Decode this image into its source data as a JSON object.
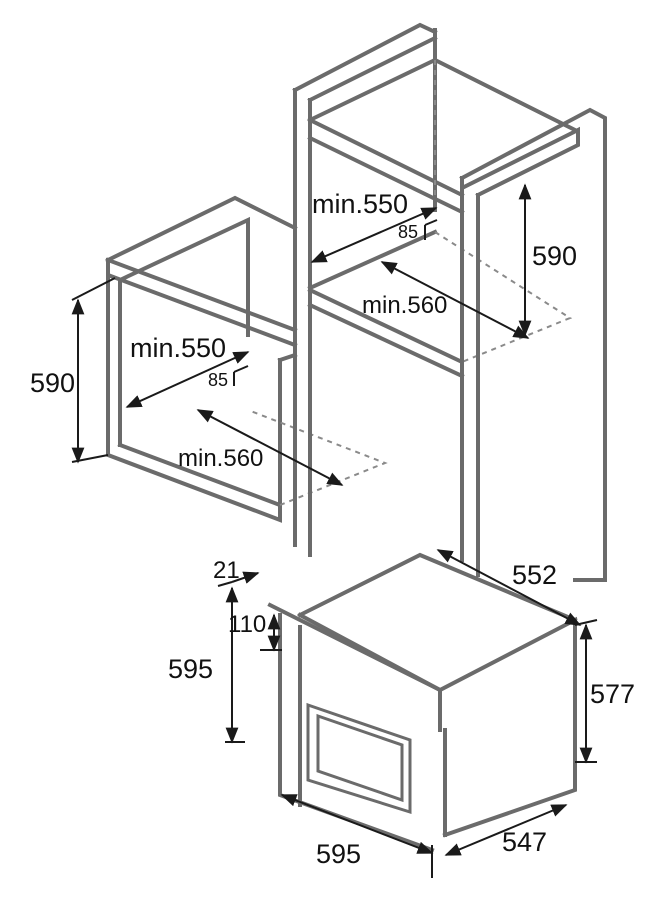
{
  "labels": {
    "min550_top": "min.550",
    "d85_top": "85",
    "d590_top": "590",
    "min560_top": "min.560",
    "d590_left": "590",
    "min550_left": "min.550",
    "d85_left": "85",
    "min560_left": "min.560",
    "d21": "21",
    "d552": "552",
    "d110": "110",
    "d595_height": "595",
    "d577": "577",
    "d595_width": "595",
    "d547": "547"
  },
  "colors": {
    "outline": "#6b6b6b",
    "dimension": "#1a1a1a",
    "background": "#ffffff"
  }
}
